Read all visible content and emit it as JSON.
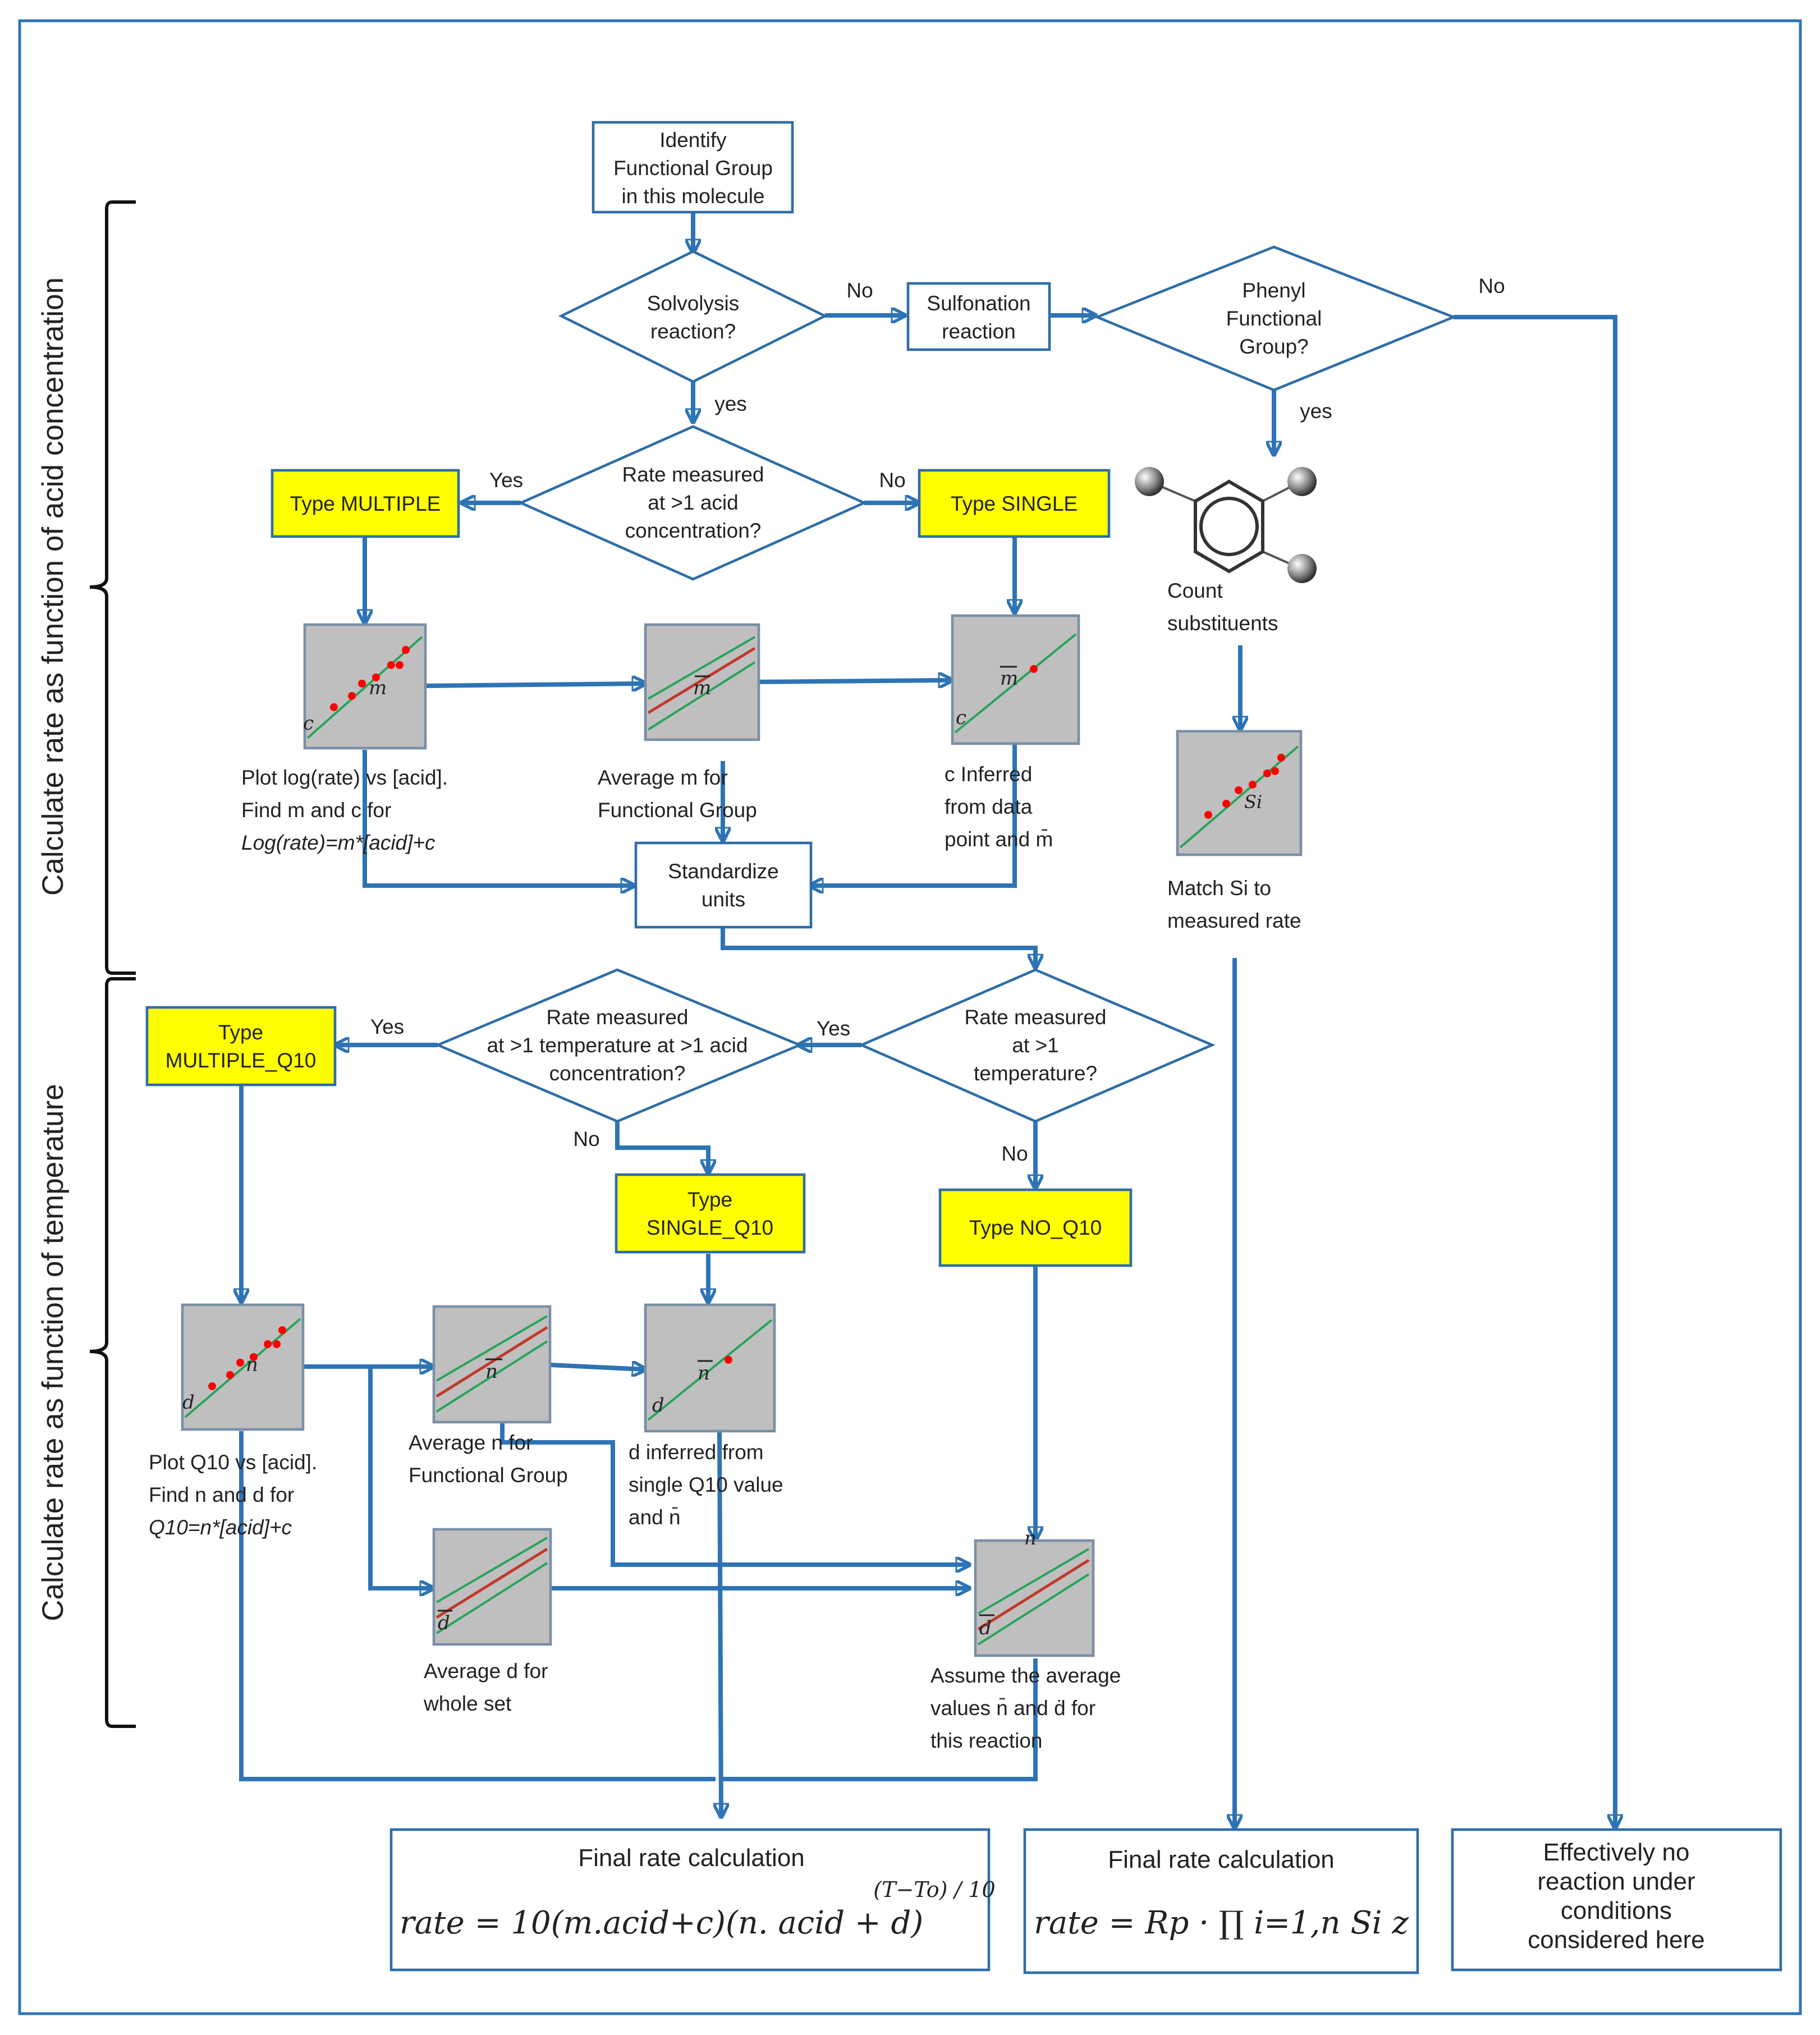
{
  "nodes": {
    "identify": [
      "Identify",
      "Functional Group",
      "in this molecule"
    ],
    "solvolysis": [
      "Solvolysis",
      "reaction?"
    ],
    "sulfonation": [
      "Sulfonation",
      "reaction"
    ],
    "phenyl": [
      "Phenyl",
      "Functional",
      "Group?"
    ],
    "rate_acid": [
      "Rate measured",
      "at >1 acid",
      "concentration?"
    ],
    "type_multiple": "Type MULTIPLE",
    "type_single": "Type SINGLE",
    "standardize": [
      "Standardize",
      "units"
    ],
    "rate_temp": [
      "Rate measured",
      "at >1",
      "temperature?"
    ],
    "rate_temp_acid": [
      "Rate measured",
      "at >1 temperature at >1 acid",
      "concentration?"
    ],
    "type_multiple_q10": [
      "Type",
      "MULTIPLE_Q10"
    ],
    "type_single_q10": [
      "Type",
      "SINGLE_Q10"
    ],
    "type_no_q10": "Type NO_Q10"
  },
  "edge_labels": {
    "no": "No",
    "yes_lower": "yes",
    "yes_upper": "Yes"
  },
  "captions": {
    "plot_log": [
      "Plot log(rate) vs [acid].",
      "Find m and c for",
      "Log(rate)=m*[acid]+c"
    ],
    "average_m": [
      "Average m for",
      "Functional Group"
    ],
    "c_inferred": [
      "c Inferred",
      "from data",
      "point and m̄"
    ],
    "count_substituents": [
      "Count",
      "substituents"
    ],
    "match_si": [
      "Match Si to",
      "measured rate"
    ],
    "plot_q10": [
      "Plot Q10 vs [acid].",
      "Find n and d for",
      "Q10=n*[acid]+c"
    ],
    "average_n": [
      "Average n for",
      "Functional Group"
    ],
    "d_inferred": [
      "d inferred from",
      "single Q10 value",
      "and n̄"
    ],
    "average_d": [
      "Average d for",
      "whole set"
    ],
    "assume_avg": [
      "Assume the average",
      "values n̄ and ḋ for",
      "this reaction"
    ]
  },
  "plot_labels": {
    "m": "m",
    "c": "c",
    "n": "n",
    "d": "d",
    "si": "Si"
  },
  "side_labels": {
    "acid": "Calculate rate as function of acid concentration",
    "temp": "Calculate rate as function of temperature"
  },
  "finals": {
    "title1": "Final rate calculation",
    "formula1": "rate = 10(m.acid+c)(n. acid + d)",
    "formula1_exponent": "(T−To) / 10",
    "title2": "Final rate calculation",
    "formula2": "rate = Rp · ∏ i=1,n Si z",
    "title3": [
      "Effectively no",
      "reaction under",
      "conditions",
      "considered here"
    ]
  },
  "colors": {
    "stroke": "#2e6da8",
    "arrow": "#2e74b5",
    "highlight": "#ffff00",
    "plot_bg": "#bfbfbf",
    "green_line": "#27a35a",
    "red_line": "#c0392b",
    "red_dot": "#ff0000"
  }
}
